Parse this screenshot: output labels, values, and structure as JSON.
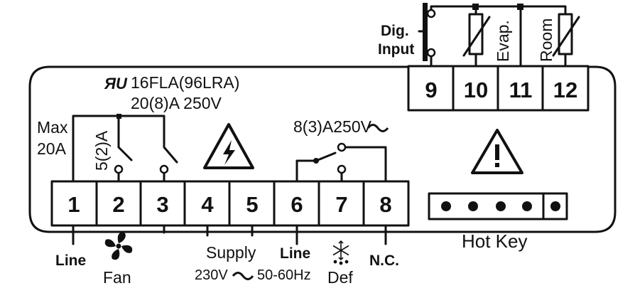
{
  "terminals_bottom": [
    "1",
    "2",
    "3",
    "4",
    "5",
    "6",
    "7",
    "8"
  ],
  "terminals_top": [
    "9",
    "10",
    "11",
    "12"
  ],
  "rating": {
    "ul_mark": "ЯU",
    "line1": "16FLA(96LRA)",
    "line2": "20(8)A 250V"
  },
  "max_label": {
    "line1": "Max",
    "line2": "20A"
  },
  "fan_relay_rating": "5(2)A",
  "def_relay_rating": "8(3)A250V",
  "sensors": {
    "evap": "Evap.",
    "room": "Room"
  },
  "dig_input": {
    "line1": "Dig.",
    "line2": "Input"
  },
  "bottom_labels": {
    "line1": "Line",
    "fan": "Fan",
    "supply": "Supply",
    "supply_spec_left": "230V",
    "supply_spec_right": "50-60Hz",
    "line2": "Line",
    "def": "Def",
    "nc": "N.C."
  },
  "hot_key": {
    "label": "Hot Key",
    "pins": 5
  },
  "icons": [
    "ul-recognized-icon",
    "fan-icon",
    "snowflake-icon",
    "high-voltage-warning-icon",
    "caution-warning-icon",
    "ac-tilde-icon"
  ]
}
